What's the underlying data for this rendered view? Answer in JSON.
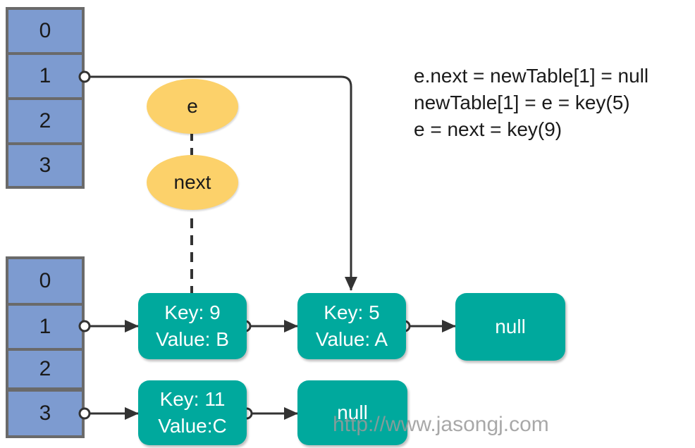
{
  "old_table": {
    "indices": [
      "0",
      "1",
      "2",
      "3"
    ]
  },
  "new_table": {
    "indices": [
      "0",
      "1",
      "2",
      "3"
    ]
  },
  "pointers": {
    "e": "e",
    "next": "next"
  },
  "nodes": {
    "key9": {
      "key": "Key: 9",
      "value": "Value: B"
    },
    "key5": {
      "key": "Key: 5",
      "value": "Value: A"
    },
    "null1": {
      "label": "null"
    },
    "key11": {
      "key": "Key: 11",
      "value": "Value:C"
    },
    "null2": {
      "label": "null"
    }
  },
  "notes": [
    "e.next = newTable[1] = null",
    "newTable[1] = e = key(5)",
    "e = next = key(9)"
  ],
  "watermark": "http://www.jasongj.com",
  "colors": {
    "table_cell": "#7d9bd0",
    "node": "#00a99d",
    "pointer": "#fcd16a",
    "arrow": "#333333"
  }
}
